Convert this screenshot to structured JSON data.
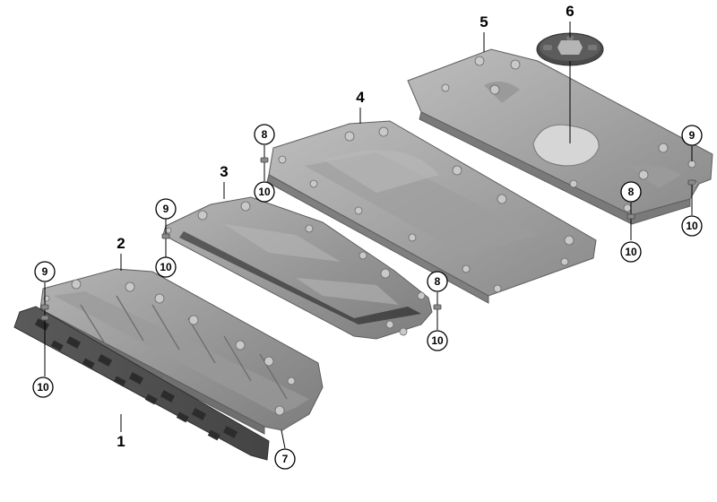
{
  "diagram": {
    "parts": [
      {
        "id": "part-1",
        "number": "1"
      },
      {
        "id": "part-2",
        "number": "2"
      },
      {
        "id": "part-3",
        "number": "3"
      },
      {
        "id": "part-4",
        "number": "4"
      },
      {
        "id": "part-5",
        "number": "5"
      },
      {
        "id": "part-6",
        "number": "6"
      }
    ],
    "callouts": [
      {
        "id": "c7",
        "number": "7"
      },
      {
        "id": "c8a",
        "number": "8"
      },
      {
        "id": "c8b",
        "number": "8"
      },
      {
        "id": "c8c",
        "number": "8"
      },
      {
        "id": "c9a",
        "number": "9"
      },
      {
        "id": "c9b",
        "number": "9"
      },
      {
        "id": "c9c",
        "number": "9"
      },
      {
        "id": "c10a",
        "number": "10"
      },
      {
        "id": "c10b",
        "number": "10"
      },
      {
        "id": "c10c",
        "number": "10"
      },
      {
        "id": "c10d",
        "number": "10"
      },
      {
        "id": "c10e",
        "number": "10"
      }
    ]
  },
  "colors": {
    "panel_light": "#a9a9a9",
    "panel_mid": "#8f8f8f",
    "panel_dark": "#6e6e6e",
    "bracket_dark": "#4e4e4e",
    "background": "#ffffff"
  }
}
